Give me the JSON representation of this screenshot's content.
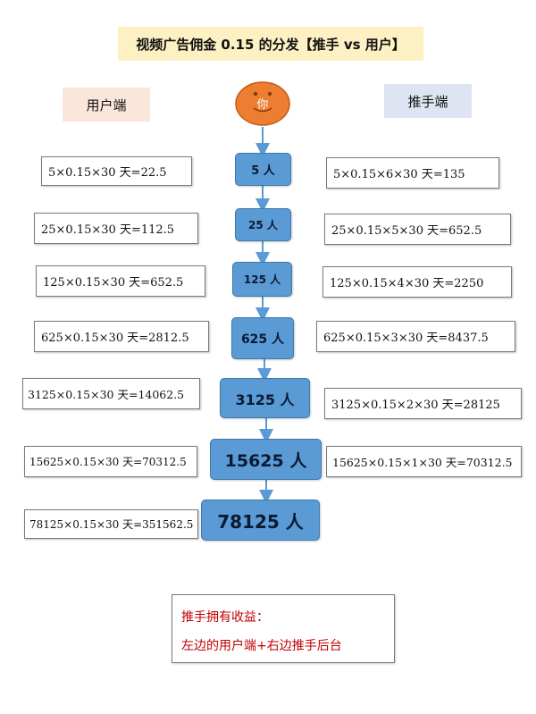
{
  "title": "视频广告佣金 0.15 的分发【推手 vs 用户】",
  "left_header": "用户端",
  "right_header": "推手端",
  "start_node": "你",
  "nodes": [
    "5 人",
    "25 人",
    "125 人",
    "625 人",
    "3125 人",
    "15625 人",
    "78125 人"
  ],
  "left_boxes": [
    "5×0.15×30 天=22.5",
    "25×0.15×30 天=112.5",
    "125×0.15×30 天=652.5",
    "625×0.15×30 天=2812.5",
    "3125×0.15×30 天=14062.5",
    "15625×0.15×30 天=70312.5",
    "78125×0.15×30 天=351562.5"
  ],
  "right_boxes": [
    "5×0.15×6×30 天=135",
    "25×0.15×5×30 天=652.5",
    "125×0.15×4×30 天=2250",
    "625×0.15×3×30 天=8437.5",
    "3125×0.15×2×30 天=28125",
    "15625×0.15×1×30 天=70312.5"
  ],
  "note": {
    "line1": "推手拥有收益：",
    "line2": "左边的用户端+右边推手后台"
  },
  "colors": {
    "node_fill": "#5b9bd5",
    "face_fill": "#ed7d31",
    "note_text": "#c00000"
  }
}
